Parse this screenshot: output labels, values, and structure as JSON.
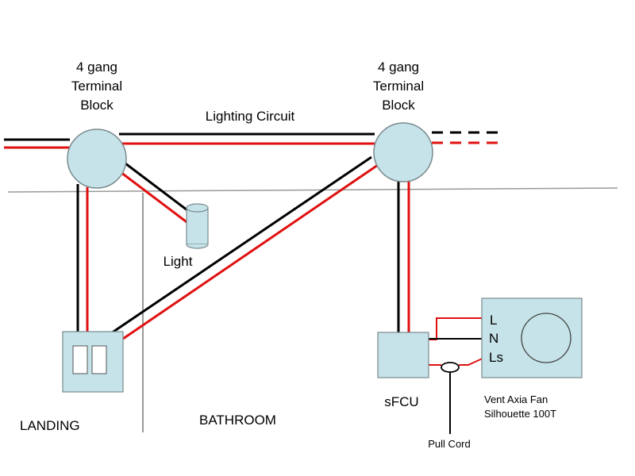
{
  "labels": {
    "left_block": [
      "4 gang",
      "Terminal",
      "Block"
    ],
    "right_block": [
      "4 gang",
      "Terminal",
      "Block"
    ],
    "lighting_circuit": "Lighting Circuit",
    "light": "Light",
    "landing": "LANDING",
    "bathroom": "BATHROOM",
    "sfcu": "sFCU",
    "fan_terminals": [
      "L",
      "N",
      "Ls"
    ],
    "fan_name": [
      "Vent Axia Fan",
      "Silhouette 100T"
    ],
    "pull_cord": "Pull Cord"
  },
  "colors": {
    "live_wire": "#e01010",
    "neutral_wire": "#000000",
    "component_fill": "#c5e3e8",
    "component_stroke": "#7a8a8e",
    "wall": "#999999"
  }
}
